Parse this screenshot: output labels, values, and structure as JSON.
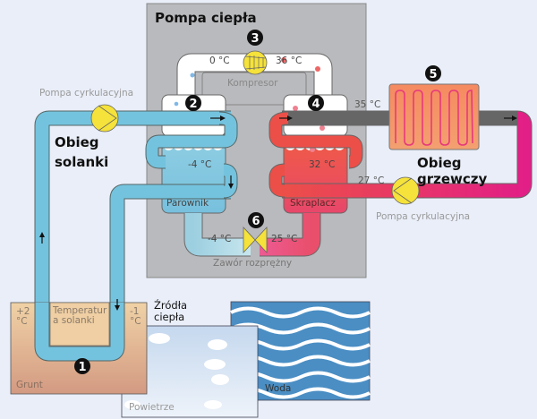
{
  "title": "Pompa ciepła",
  "circuits": {
    "brine": [
      "Obieg",
      "solanki"
    ],
    "heating": [
      "Obieg",
      "grzewczy"
    ]
  },
  "components": {
    "compressor": "Kompresor",
    "evaporator": "Parownik",
    "condenser": "Skraplacz",
    "expansion_valve": "Zawór rozprężny",
    "circulation_pump_brine": "Pompa cyrkulacyjna",
    "circulation_pump_heating": "Pompa cyrkulacyjna"
  },
  "temperatures": {
    "compressor_in": "0 °C",
    "compressor_out": "36 °C",
    "evaporator": "-4 °C",
    "condenser": "32 °C",
    "heating_supply": "35 °C",
    "heating_return": "27 °C",
    "valve_in": "25 °C",
    "valve_out": "-4 °C",
    "ground_left": [
      "+2",
      "°C"
    ],
    "ground_right": [
      "-1",
      "°C"
    ]
  },
  "ground": {
    "brine_temp_label": [
      "Temperatur",
      "a solanki"
    ],
    "label": "Grunt"
  },
  "heat_sources": {
    "title": [
      "Źródła",
      "ciepła"
    ],
    "air": "Powietrze",
    "water": "Woda"
  },
  "markers": [
    "1",
    "2",
    "3",
    "4",
    "5",
    "6"
  ],
  "colors": {
    "brine": "#74c3de",
    "hot": "#ee5a4a",
    "heating_return": "#e0287f",
    "pump": "#f5e23a",
    "casing": "#b9babd",
    "water": "#4a8ec4"
  }
}
